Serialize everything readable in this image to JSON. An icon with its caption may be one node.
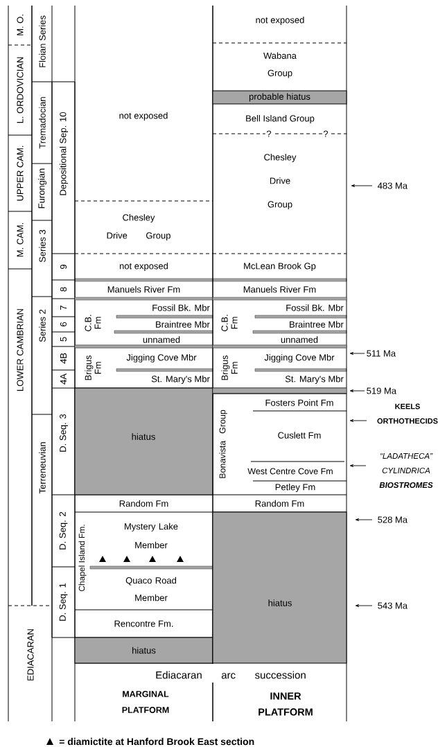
{
  "diagram": {
    "nodes": [
      {
        "text": [
          "M. O."
        ]
      },
      {
        "text": [
          "L. ORDOVICIAN"
        ]
      },
      {
        "text": [
          "UPPER CAM."
        ]
      },
      {
        "text": [
          "M. CAM."
        ]
      },
      {
        "text": [
          "LOWER CAMBRIAN"
        ]
      },
      {
        "text": [
          "EDIACARAN"
        ]
      },
      {
        "text": [
          "Floian Series"
        ]
      },
      {
        "text": [
          "Tremadocian"
        ]
      },
      {
        "text": [
          "Furongian"
        ]
      },
      {
        "text": [
          "Series 3"
        ]
      },
      {
        "text": [
          "Series 2"
        ]
      },
      {
        "text": [
          "Terreneuvian"
        ]
      },
      {
        "text": [
          "Depositional Sep. 10"
        ]
      },
      {
        "text": [
          "9"
        ]
      },
      {
        "text": [
          "8"
        ]
      },
      {
        "text": [
          "7"
        ]
      },
      {
        "text": [
          "6"
        ]
      },
      {
        "text": [
          "5"
        ]
      },
      {
        "text": [
          "4B"
        ]
      },
      {
        "text": [
          "4A"
        ]
      },
      {
        "text": [
          "D. Seq. 3"
        ]
      },
      {
        "text": [
          "D. Seq. 2"
        ]
      },
      {
        "text": [
          "D. Seq. 1"
        ]
      },
      {
        "text": [
          "MARGINAL PLATFORM"
        ]
      },
      {
        "text": [
          "not exposed"
        ],
        "in": 23
      },
      {
        "text": [
          "Chesley Drive Group"
        ],
        "in": 23
      },
      {
        "text": [
          "not exposed"
        ],
        "in": 23
      },
      {
        "text": [
          "Manuels River Fm"
        ],
        "in": 23
      },
      {
        "text": [
          "C.B. Fm"
        ],
        "in": 23
      },
      {
        "text": [
          "Fossil Bk. Mbr"
        ],
        "in": 28
      },
      {
        "text": [
          "Braintree Mbr"
        ],
        "in": 28
      },
      {
        "text": [
          "unnamed"
        ],
        "in": 28
      },
      {
        "text": [
          "Brigus Fm"
        ],
        "in": 23
      },
      {
        "text": [
          "Jigging Cove Mbr"
        ],
        "in": 32
      },
      {
        "text": [
          "St. Mary's Mbr"
        ],
        "in": 32
      },
      {
        "text": [
          "hiatus"
        ],
        "in": 23
      },
      {
        "text": [
          "Random Fm"
        ],
        "in": 23
      },
      {
        "text": [
          "Chapel Island Fm."
        ],
        "in": 23
      },
      {
        "text": [
          "Mystery Lake Member"
        ],
        "in": 37
      },
      {
        "text": [
          "Quaco Road Member"
        ],
        "in": 37
      },
      {
        "text": [
          "Rencontre Fm."
        ],
        "in": 23
      },
      {
        "text": [
          "hiatus"
        ],
        "in": 23
      },
      {
        "text": [
          "INNER PLATFORM"
        ]
      },
      {
        "text": [
          "not exposed"
        ],
        "in": 42
      },
      {
        "text": [
          "Wabana Group"
        ],
        "in": 42
      },
      {
        "text": [
          "probable hiatus"
        ],
        "in": 42
      },
      {
        "text": [
          "Bell Island Group"
        ],
        "in": 42
      },
      {
        "text": [
          "Chesley Drive Group"
        ],
        "in": 42
      },
      {
        "text": [
          "McLean Brook Gp"
        ],
        "in": 42
      },
      {
        "text": [
          "Manuels River Fm"
        ],
        "in": 42
      },
      {
        "text": [
          "C.B. Fm"
        ],
        "in": 42
      },
      {
        "text": [
          "Fossil Bk. Mbr"
        ],
        "in": 50
      },
      {
        "text": [
          "Braintree Mbr"
        ],
        "in": 50
      },
      {
        "text": [
          "unnamed"
        ],
        "in": 50
      },
      {
        "text": [
          "Brigus Fm"
        ],
        "in": 42
      },
      {
        "text": [
          "Jigging Cove Mbr"
        ],
        "in": 54
      },
      {
        "text": [
          "St. Mary's Mbr"
        ],
        "in": 54
      },
      {
        "text": [],
        "shape": "bar",
        "in": 42
      },
      {
        "text": [
          "Bonavista Group"
        ],
        "in": 42
      },
      {
        "text": [
          "Fosters Point Fm"
        ],
        "in": 58
      },
      {
        "text": [
          "Cuslett Fm"
        ],
        "in": 58
      },
      {
        "text": [
          "West Centre Cove Fm"
        ],
        "in": 58
      },
      {
        "text": [
          "Petley Fm"
        ],
        "in": 58
      },
      {
        "text": [
          "Random Fm"
        ],
        "in": 42
      },
      {
        "text": [
          "hiatus"
        ],
        "in": 42
      }
    ],
    "labels": [
      "?",
      "?",
      "483 Ma",
      "511 Ma",
      "519 Ma",
      "KEELS ORTHOTHECIDS",
      "*“LADATHECA” CYLINDRICA* **BIOSTROMES**",
      "528 Ma",
      "543 Ma",
      "Ediacaran arc succession"
    ],
    "legend": [
      {
        "text": "= diamictite at Hanford Brook East section"
      }
    ]
  }
}
